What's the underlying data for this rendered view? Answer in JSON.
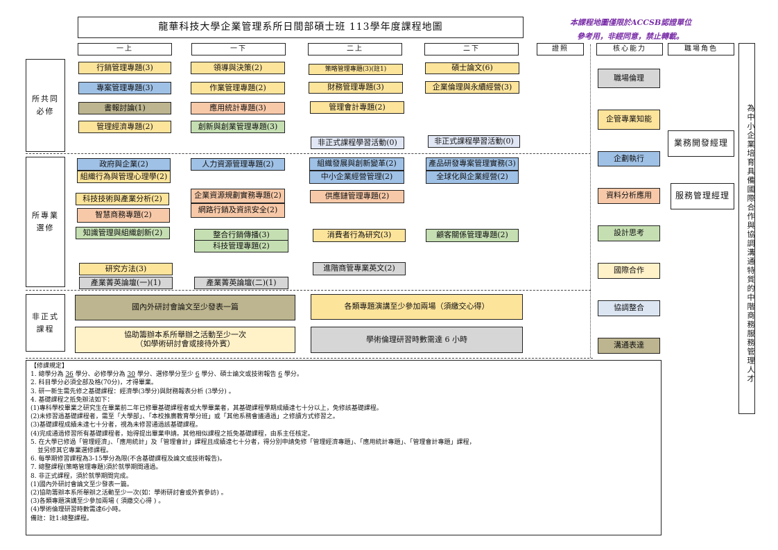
{
  "title": "龍華科技大學企業管理系所日間部碩士班 113學年度課程地圖",
  "notice": {
    "line1": "本課程地圖僅限於ACCSB認證單位",
    "line2": "參考用，非經同意，禁止轉載。"
  },
  "column_headers": {
    "y1s1": "一上",
    "y1s2": "一下",
    "y2s1": "二上",
    "y2s2": "二下",
    "license": "證照",
    "core_competency": "核心能力",
    "career_role": "職場角色"
  },
  "sections": {
    "required": "所共同必修",
    "elective": "所專業選修",
    "informal": "非正式課程"
  },
  "required_courses": {
    "y1s1": [
      "行銷管理專題(3)",
      "專案管理專題(3)",
      "書報討論(1)",
      "管理經濟專題(2)"
    ],
    "y1s2": [
      "領導與決策(2)",
      "作業管理專題(2)",
      "應用統計專題(3)",
      "創新與創業管理專題(3)"
    ],
    "y2s1": [
      "策略管理專題(3)(註1)",
      "財務管理專題(3)",
      "管理會計專題(2)",
      "非正式課程學習活動(0)"
    ],
    "y2s2": [
      "碩士論文(6)",
      "企業倫理與永續經營(3)",
      "非正式課程學習活動(0)"
    ]
  },
  "elective_courses": {
    "y1s1": [
      "政府與企業(2)",
      "組織行為與管理心理學(2)",
      "科技技術與產業分析(2)",
      "智慧商務專題(2)",
      "知識管理與組織創新(2)",
      "研究方法(3)",
      "產業菁英論壇(一)(1)"
    ],
    "y1s2": [
      "人力資源管理專題(2)",
      "企業資源規劃實務專題(2)",
      "網路行銷及資訊安全(2)",
      "整合行銷傳播(3)",
      "科技管理專題(2)",
      "產業菁英論壇(二)(1)"
    ],
    "y2s1": [
      "組織發展與創新變革(2)",
      "中小企業經營管理(2)",
      "供應鏈管理專題(2)",
      "消費者行為研究(3)",
      "進階商管專業英文(2)"
    ],
    "y2s2": [
      "產品研發專案管理實務(3)",
      "全球化與企業經營(2)",
      "顧客關係管理專題(2)"
    ]
  },
  "informal_courses": [
    "國內外研討會論文至少發表一篇",
    "各類專題演講至少參加兩場（須繳交心得）",
    "協助籌辦本系所舉辦之活動至少一次",
    "（如學術研討會或接待外賓）",
    "學術倫理研習時數需達 6 小時"
  ],
  "core_competencies": [
    "職場倫理",
    "企管專業知能",
    "企劃執行",
    "資料分析應用",
    "設計思考",
    "國際合作",
    "協調整合",
    "溝通表達"
  ],
  "career_roles": [
    "業務開發經理",
    "服務管理經理"
  ],
  "goal": "為中小企業培育具備國際合作與協調溝通特質的中階商務服務管理人才",
  "notes": {
    "heading": "【修課規定】",
    "n1_pre": "1. 總學分為",
    "n1_total": "36",
    "n1_a": "學分、必修學分為",
    "n1_required": "30",
    "n1_b": "學分、選修學分至少",
    "n1_elective": "6",
    "n1_c": "學分、碩士論文或技術報告",
    "n1_thesis": "6",
    "n1_d": "學分。",
    "lines": [
      "2. 科目學分必須全部及格(70分)，才得畢業。",
      "3. 研一新生需先修之基礎課程：經濟學(3學分)與財務報表分析 (3學分) 。",
      "4. 基礎課程之抵免辦法如下：",
      "(1)專科學校畢業之研究生在畢業前二年已修畢基礎課程者或大學畢業者，其基礎課程學期成績達七十分以上，免修該基礎課程。",
      "(2)未修習過基礎課程者，需至「大學部」、「本校推廣教育學分班」或「其他系務會議通過」之修讀方式修習之。",
      "(3)基礎課程成績未達七十分者，視為未修習通過該基礎課程。",
      "(4)完成通過修習所有基礎課程者，始得提出畢業申請。其他相似課程之抵免基礎課程，由系主任核定。",
      "5. 在大學已修過「管理經濟」、「應用統計」及「管理會計」課程且成績達七十分者，得分別申請免修「管理經濟專題」、「應用統計專題」、「管理會計專題」課程，",
      "   並另修其它專業選修課程。",
      "6. 每學期修習課程為3-15學分為限(不含基礎課程及論文或技術報告)。",
      "7. 總整課程(策略管理專題)須於就學期間通過。",
      "8. 非正式課程，須於就學期間完成。",
      "(1)國內外研討會論文至少發表一篇。",
      "(2)協助籌辦本系所舉辦之活動至少一次(如：學術研討會或外賓參訪) 。",
      "(3)各類專題演講至少參加兩場 ( 須繳交心得 ) 。",
      "(4)學術倫理研習時數需達6小時。",
      "備註：註1:總整課程。"
    ]
  }
}
